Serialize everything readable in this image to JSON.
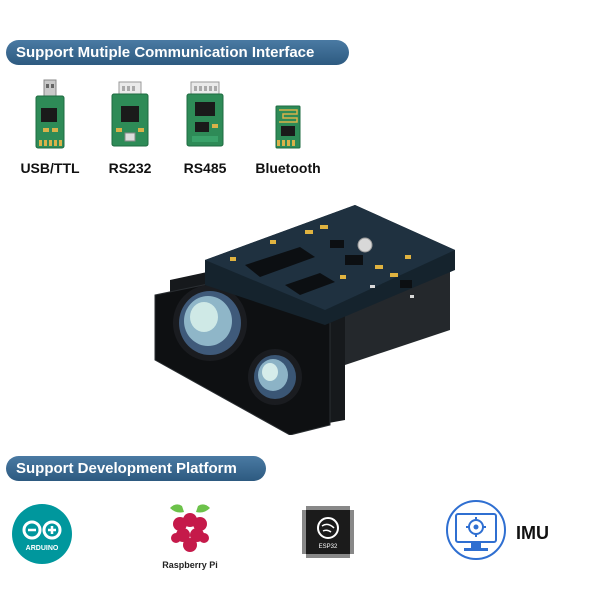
{
  "banners": {
    "interfaces": "Support Mutiple Communication Interface",
    "platforms": "Support Development Platform"
  },
  "interfaces": [
    {
      "label": "USB/TTL",
      "icon": "usb-ttl-module-icon"
    },
    {
      "label": "RS232",
      "icon": "rs232-module-icon"
    },
    {
      "label": "RS485",
      "icon": "rs485-module-icon"
    },
    {
      "label": "Bluetooth",
      "icon": "bluetooth-module-icon"
    }
  ],
  "platforms": {
    "arduino": {
      "logo_text": "ARDUINO",
      "icon": "arduino-logo-icon"
    },
    "raspberry_pi": {
      "label": "Raspberry Pi",
      "icon": "raspberry-pi-logo-icon"
    },
    "esp32": {
      "chip_text": "ESP32",
      "icon": "esp32-chip-icon"
    },
    "imu": {
      "label": "IMU",
      "icon": "imu-monitor-icon"
    }
  },
  "colors": {
    "banner": "#2d5a80",
    "pcb_green": "#2e8b57",
    "arduino_teal": "#00979d",
    "raspberry_red": "#c51a4a",
    "imu_blue": "#2f6fd1"
  }
}
